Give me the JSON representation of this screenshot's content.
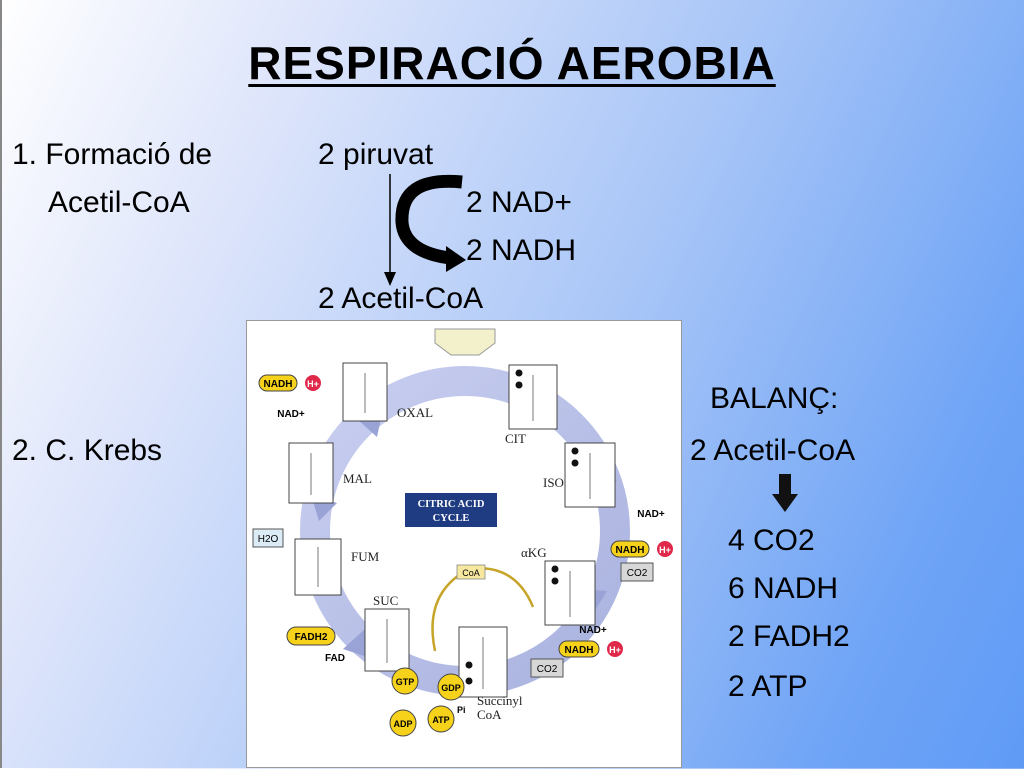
{
  "title": "RESPIRACIÓ AEROBIA",
  "section1": {
    "label_line1": "1. Formació de",
    "label_line2": "Acetil-CoA"
  },
  "reaction": {
    "substrate": "2 piruvat",
    "cofactor_in": "2 NAD+",
    "cofactor_out": "2 NADH",
    "product": "2 Acetil-CoA"
  },
  "section2": {
    "label": "2. C. Krebs"
  },
  "balance": {
    "title": "BALANÇ:",
    "input": "2 Acetil-CoA",
    "outputs": [
      "4 CO2",
      "6 NADH",
      "2 FADH2",
      "2 ATP"
    ]
  },
  "cycle": {
    "center_title_line1": "CITRIC ACID",
    "center_title_line2": "CYCLE",
    "intermediates": [
      "OXAL",
      "CIT",
      "ISO",
      "αKG",
      "Succinyl",
      "CoA",
      "SUC",
      "FUM",
      "MAL"
    ],
    "cofactors": {
      "nadh": "NADH",
      "nad": "NAD+",
      "hplus": "H+",
      "co2": "CO2",
      "h2o": "H2O",
      "fadh2": "FADH2",
      "fad": "FAD",
      "gtp": "GTP",
      "gdp": "GDP",
      "adp": "ADP",
      "atp": "ATP",
      "pi": "Pi",
      "coa": "CoA"
    },
    "colors": {
      "ring": "#b8bfe6",
      "nadh_pill": "#f7d21a",
      "hplus": "#e0284a",
      "center_box": "#1f3c82"
    }
  }
}
